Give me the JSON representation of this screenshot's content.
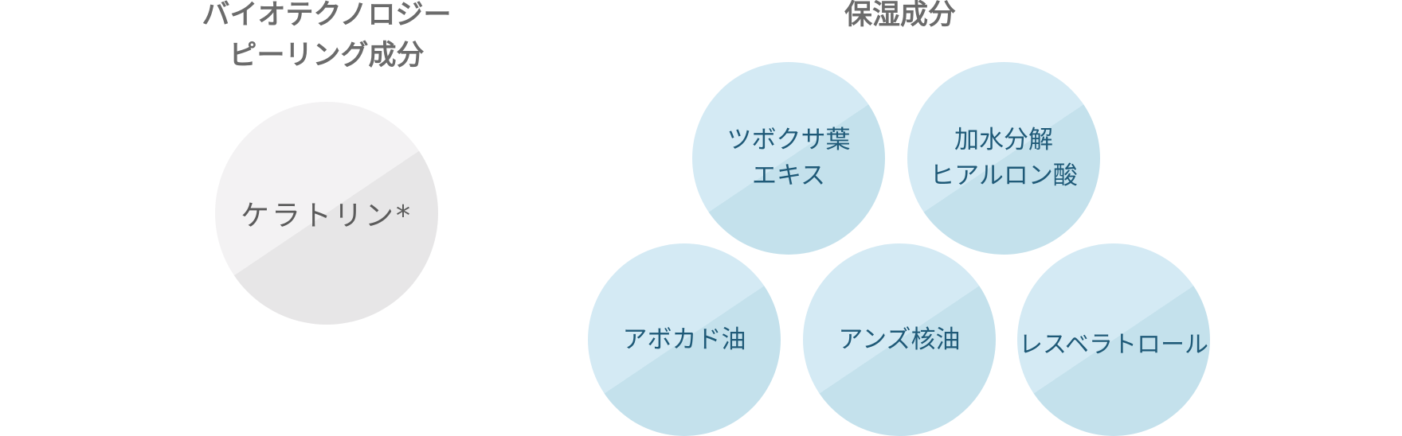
{
  "left_section": {
    "heading_line1": "バイオテクノロジー",
    "heading_line2": "ピーリング成分",
    "ingredient": "ケラトリン*"
  },
  "right_section": {
    "heading": "保湿成分",
    "ingredients": [
      {
        "line1": "ツボクサ葉",
        "line2": "エキス"
      },
      {
        "line1": "加水分解",
        "line2": "ヒアルロン酸"
      },
      {
        "line1": "アボカド油",
        "line2": ""
      },
      {
        "line1": "アンズ核油",
        "line2": ""
      },
      {
        "line1": "レスベラトロール",
        "line2": ""
      }
    ]
  },
  "colors": {
    "heading": "#6b6b6b",
    "grey_circle_light": "#f3f2f3",
    "grey_circle_dark": "#e7e6e7",
    "blue_circle_light": "#d4eaf4",
    "blue_circle_dark": "#c4e1ec",
    "blue_text": "#1f5a78",
    "grey_text": "#5b5b5b"
  }
}
